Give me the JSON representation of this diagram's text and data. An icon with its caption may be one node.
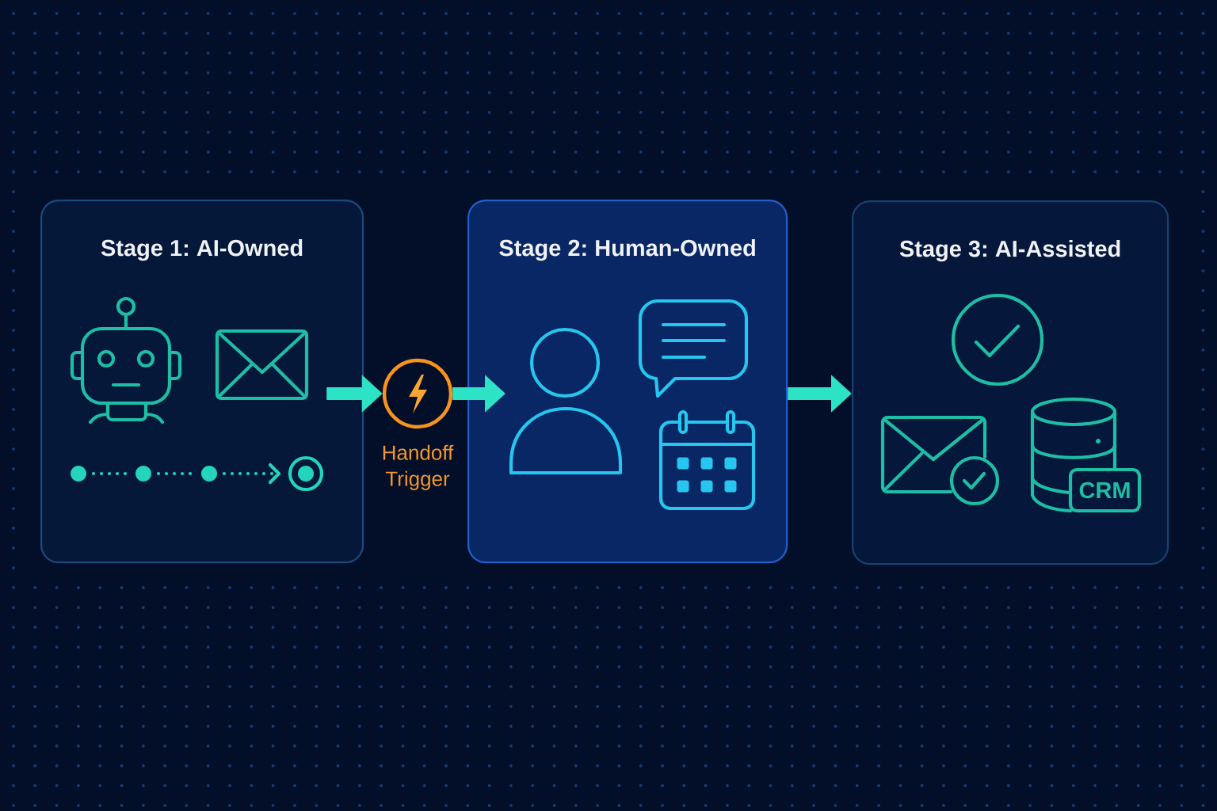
{
  "diagram": {
    "nodes": [
      {
        "text": [
          "Stage 1: AI-Owned"
        ]
      },
      {
        "text": [
          "Handoff Trigger"
        ]
      },
      {
        "text": [
          "Stage 2: Human-Owned"
        ]
      },
      {
        "text": [
          "Stage 3: AI-Assisted"
        ]
      }
    ],
    "edges": [
      {
        "from": 0,
        "to": 1,
        "arrow": "to"
      },
      {
        "from": 1,
        "to": 2,
        "arrow": "to"
      },
      {
        "from": 2,
        "to": 3,
        "arrow": "to"
      }
    ],
    "labels": [
      "CRM"
    ]
  }
}
